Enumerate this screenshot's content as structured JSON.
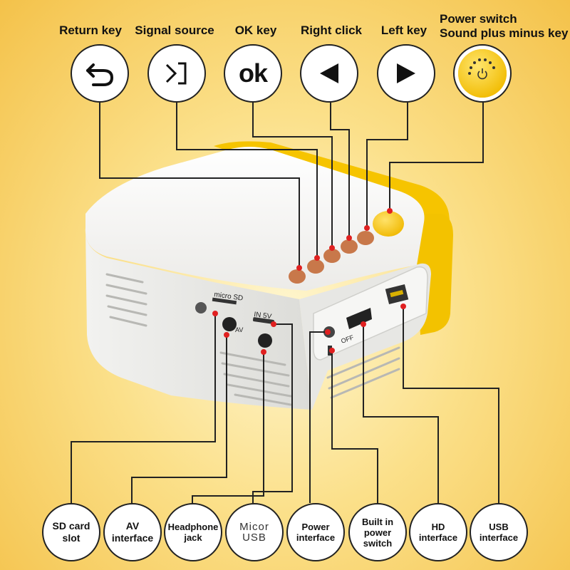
{
  "top_keys": [
    {
      "label": "Return key",
      "icon": "return-arrow-icon"
    },
    {
      "label": "Signal source",
      "icon": "signal-source-icon"
    },
    {
      "label": "OK key",
      "icon_text": "ok"
    },
    {
      "label": "Right click",
      "icon": "triangle-left-icon"
    },
    {
      "label": "Left key",
      "icon": "triangle-right-icon"
    },
    {
      "label_line1": "Power switch",
      "label_line2": "Sound plus minus key",
      "icon": "power-knob-icon"
    }
  ],
  "device_labels": {
    "micro_sd": "micro SD",
    "av": "AV",
    "in_5v": "IN 5V",
    "off": "OFF"
  },
  "bottom_ports": [
    {
      "line1": "SD card",
      "line2": "slot"
    },
    {
      "line1": "AV",
      "line2": "interface"
    },
    {
      "line1": "Headphone",
      "line2": "jack"
    },
    {
      "line1": "Micor",
      "line2": "USB"
    },
    {
      "line1": "Power",
      "line2": "interface"
    },
    {
      "line1": "Built in",
      "line2": "power",
      "line3": "switch"
    },
    {
      "line1": "HD",
      "line2": "interface"
    },
    {
      "line1": "USB",
      "line2": "interface"
    }
  ],
  "colors": {
    "line": "#222222",
    "dot": "#e02020",
    "accent_yellow": "#f5c000",
    "button_brown": "#c8784a",
    "body_white": "#f4f4f2"
  }
}
